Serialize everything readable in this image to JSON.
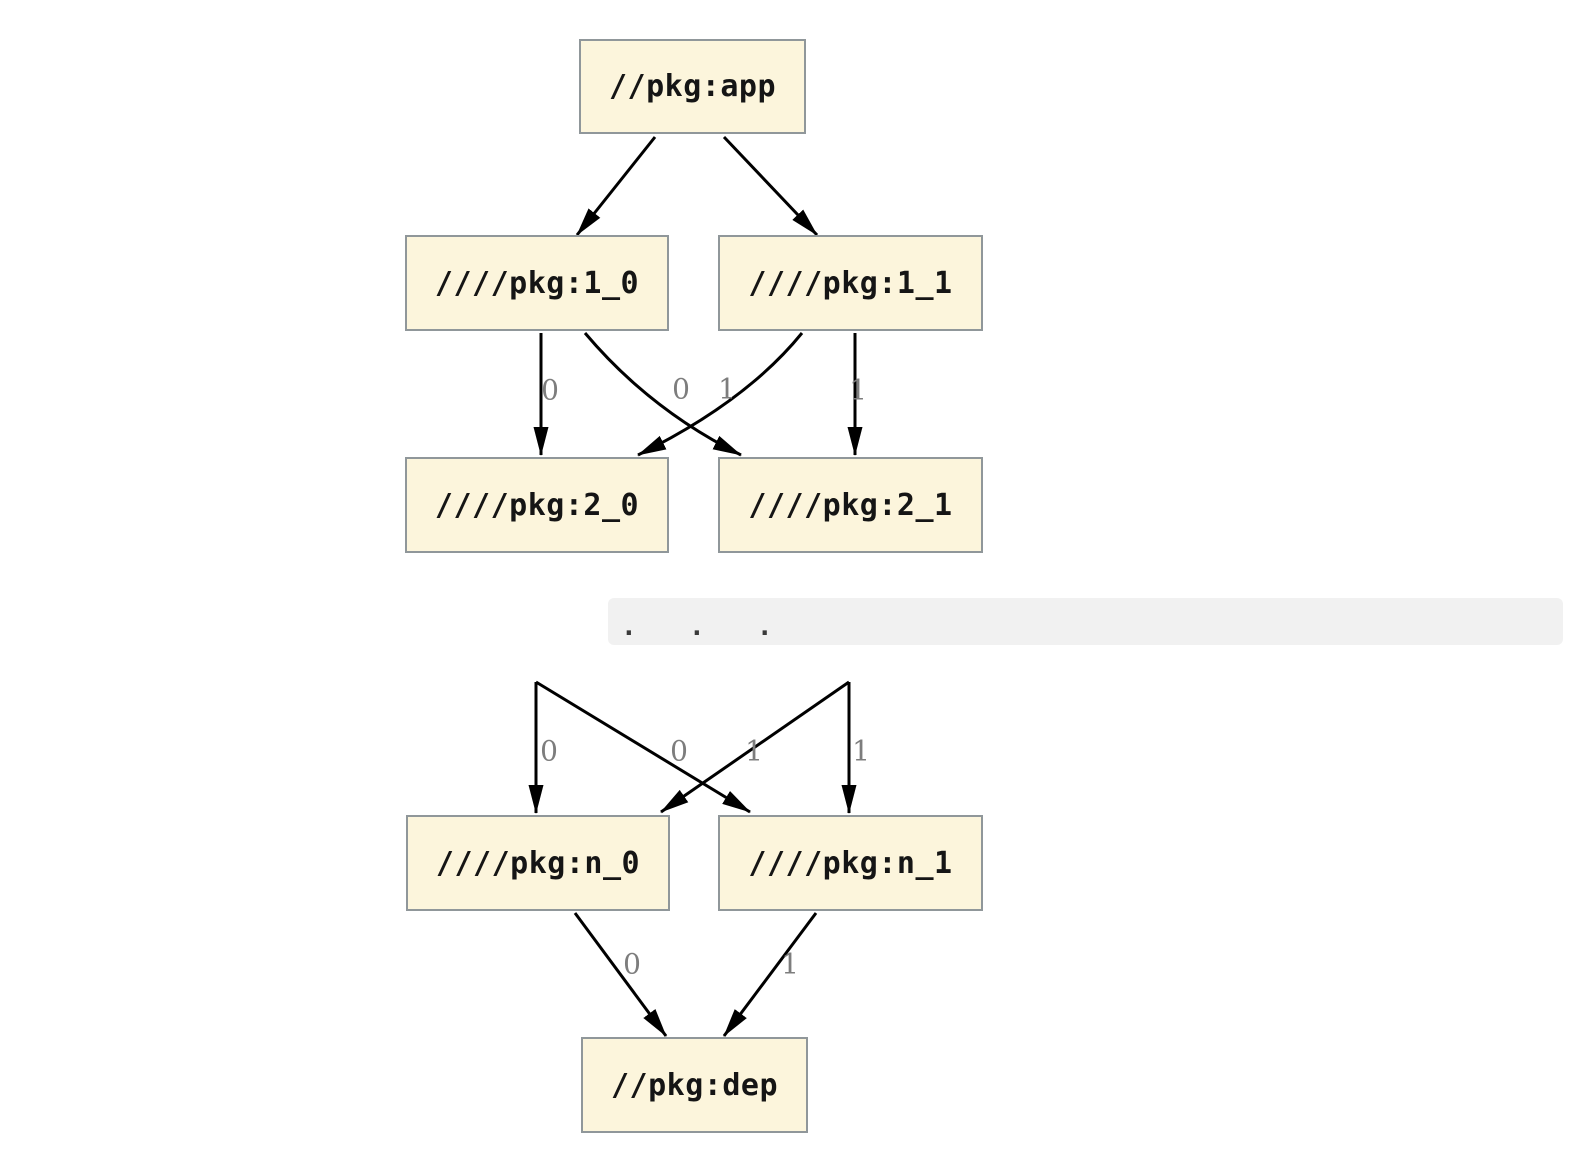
{
  "diagram": {
    "type": "dependency-graph",
    "colors": {
      "background": "#ffffff",
      "node_fill": "#fcf5dc",
      "node_border": "#90979a",
      "edge_color": "#000000",
      "edge_label_color": "#7d7d7d",
      "ellipsis_band_bg": "#f1f1f1"
    },
    "nodes": [
      {
        "id": "app",
        "label": "//pkg:app"
      },
      {
        "id": "1_0",
        "label": "////pkg:1_0"
      },
      {
        "id": "1_1",
        "label": "////pkg:1_1"
      },
      {
        "id": "2_0",
        "label": "////pkg:2_0"
      },
      {
        "id": "2_1",
        "label": "////pkg:2_1"
      },
      {
        "id": "n_0",
        "label": "////pkg:n_0"
      },
      {
        "id": "n_1",
        "label": "////pkg:n_1"
      },
      {
        "id": "dep",
        "label": "//pkg:dep"
      }
    ],
    "ellipsis": ".  .  .",
    "edges": [
      {
        "from": "app",
        "to": "1_0",
        "label": ""
      },
      {
        "from": "app",
        "to": "1_1",
        "label": ""
      },
      {
        "from": "1_0",
        "to": "2_0",
        "label": "0"
      },
      {
        "from": "1_0",
        "to": "2_1",
        "label": "0"
      },
      {
        "from": "1_1",
        "to": "2_0",
        "label": "1"
      },
      {
        "from": "1_1",
        "to": "2_1",
        "label": "1"
      },
      {
        "from": "…",
        "to": "n_0",
        "label": "0"
      },
      {
        "from": "…",
        "to": "n_1",
        "label": "0"
      },
      {
        "from": "…",
        "to": "n_0",
        "label": "1"
      },
      {
        "from": "…",
        "to": "n_1",
        "label": "1"
      },
      {
        "from": "n_0",
        "to": "dep",
        "label": "0"
      },
      {
        "from": "n_1",
        "to": "dep",
        "label": "1"
      }
    ]
  }
}
